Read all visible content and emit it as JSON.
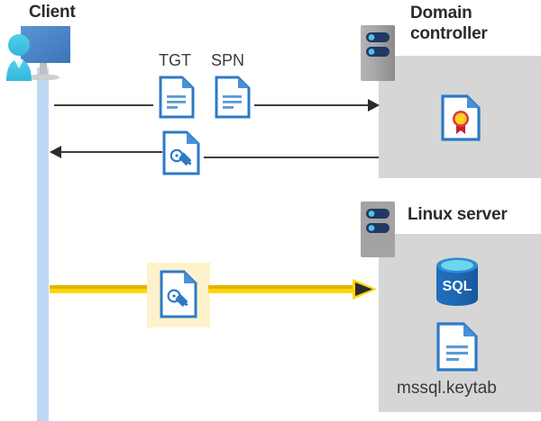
{
  "diagram": {
    "title_client": "Client",
    "title_domain_controller": "Domain\ncontroller",
    "title_linux_server": "Linux server",
    "label_tgt": "TGT",
    "label_spn": "SPN",
    "label_keytab": "mssql.keytab",
    "icons": {
      "client": "client-workstation-icon",
      "server_dc": "server-rack-icon",
      "server_linux": "server-rack-icon",
      "tgt_doc": "document-icon",
      "spn_doc": "document-icon",
      "ticket_key_doc": "key-document-icon",
      "keytab_key_doc": "key-document-icon",
      "certificate": "certificate-document-icon",
      "sql_db": "sql-database-icon",
      "keytab_file": "document-icon"
    },
    "colors": {
      "lifeline": "#bfd9f4",
      "zone": "#d6d6d6",
      "highlight": "#fdf2cb",
      "arrow_line": "#3f3f3f",
      "yellow_top": "#e3b400",
      "yellow_bottom": "#ffd60a",
      "doc_border": "#2d7ac7",
      "monitor": "#4a86c8",
      "person": "#45c2e0",
      "sql_blue": "#1e6bb8",
      "seal_gold": "#ffd21e",
      "seal_ribbon": "#cc1f24",
      "server_body": "#9a9a9a",
      "server_pill": "#1f3864"
    },
    "sql_text": "SQL"
  }
}
